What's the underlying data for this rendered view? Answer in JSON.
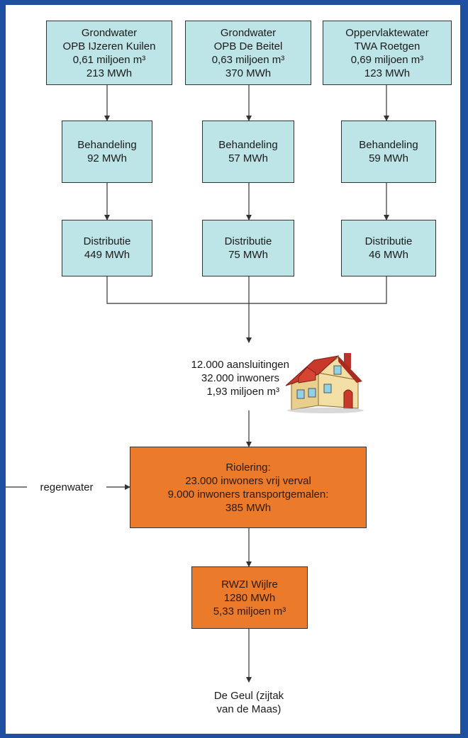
{
  "sources": [
    {
      "line1": "Grondwater",
      "line2": "OPB IJzeren Kuilen",
      "line3": "0,61 miljoen m³",
      "line4": "213 MWh"
    },
    {
      "line1": "Grondwater",
      "line2": "OPB De Beitel",
      "line3": "0,63 miljoen m³",
      "line4": "370 MWh"
    },
    {
      "line1": "Oppervlaktewater",
      "line2": "TWA Roetgen",
      "line3": "0,69 miljoen m³",
      "line4": "123 MWh"
    }
  ],
  "treatment": [
    {
      "label": "Behandeling",
      "value": "92 MWh"
    },
    {
      "label": "Behandeling",
      "value": "57 MWh"
    },
    {
      "label": "Behandeling",
      "value": "59 MWh"
    }
  ],
  "distribution": [
    {
      "label": "Distributie",
      "value": "449 MWh"
    },
    {
      "label": "Distributie",
      "value": "75 MWh"
    },
    {
      "label": "Distributie",
      "value": "46 MWh"
    }
  ],
  "consumers": {
    "line1": "12.000 aansluitingen",
    "line2": "32.000 inwoners",
    "line3": "1,93 miljoen m³"
  },
  "sewer": {
    "line1": "Riolering:",
    "line2": "23.000 inwoners vrij verval",
    "line3": "9.000 inwoners transportgemalen:",
    "line4": "385 MWh"
  },
  "rainwater": {
    "label": "regenwater"
  },
  "wwtp": {
    "line1": "RWZI Wijlre",
    "line2": "1280 MWh",
    "line3": "5,33 miljoen m³"
  },
  "outlet": {
    "line1": "De Geul (zijtak",
    "line2": "van de Maas)"
  },
  "colors": {
    "frame": "#1f4fa0",
    "process_box": "#bde4e6",
    "sewer_box": "#ec7a2b",
    "house_roof": "#c8392b",
    "house_wall": "#f3dfa6"
  },
  "icons": [
    "house-icon"
  ]
}
